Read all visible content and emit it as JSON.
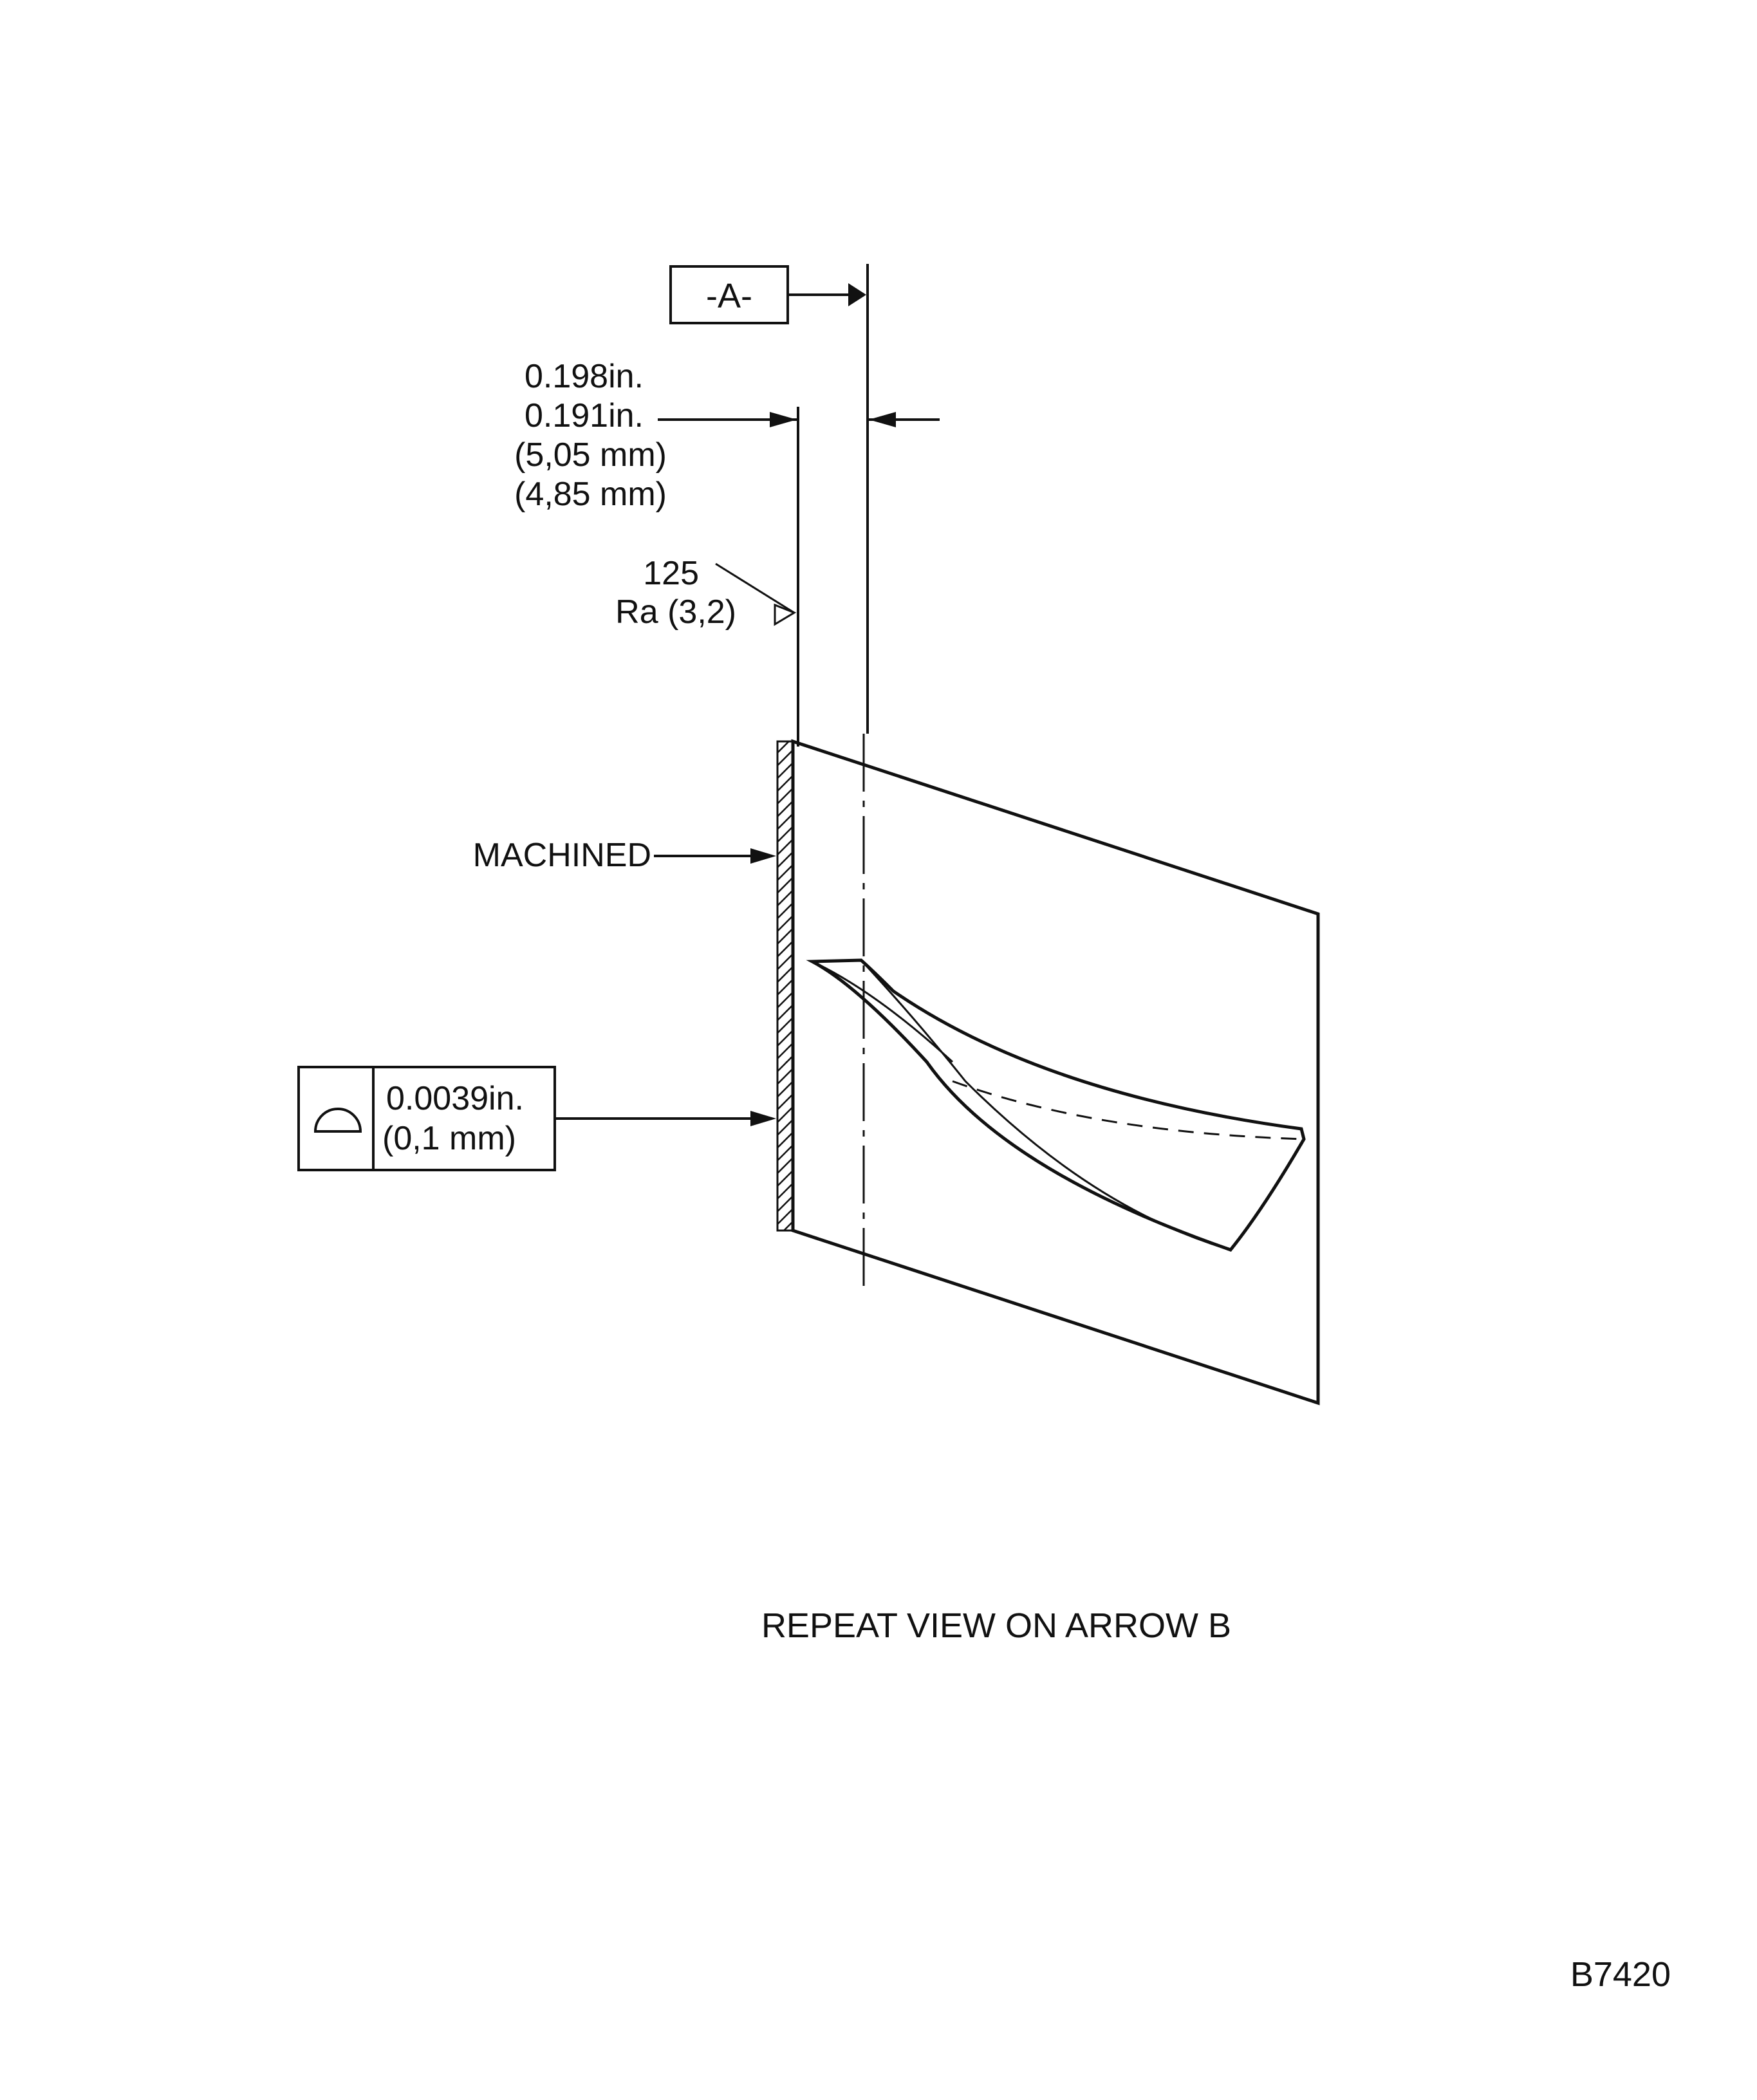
{
  "datum": {
    "label": "-A-"
  },
  "dimension": {
    "max_in": "0.198in.",
    "min_in": "0.191in.",
    "max_mm": "(5,05  mm)",
    "min_mm": "(4,85  mm)"
  },
  "roughness": {
    "value": "125",
    "ra": "Ra  (3,2)"
  },
  "callouts": {
    "machined": "MACHINED"
  },
  "profile_tolerance": {
    "symbol": "profile-of-surface-symbol",
    "value_in": "0.0039in.",
    "value_mm": "(0,1  mm)"
  },
  "caption": "REPEAT  VIEW  ON  ARROW  B",
  "drawing_number": "B7420"
}
